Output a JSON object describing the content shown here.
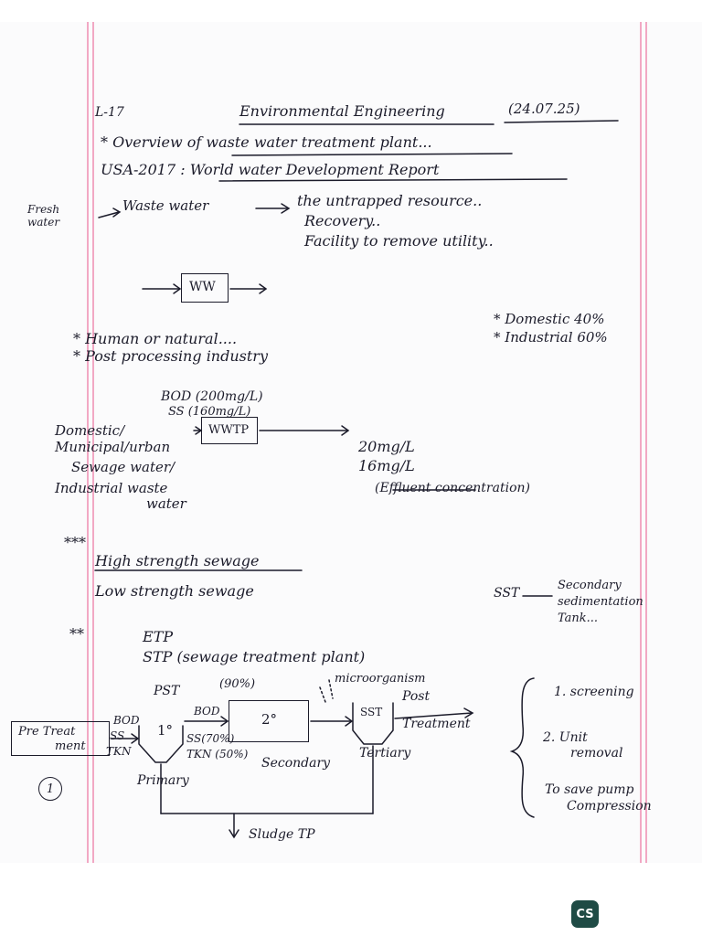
{
  "notes": {
    "lecture_no": "L-17",
    "title": "Environmental Engineering",
    "date": "(24.07.25)",
    "overview": "* Overview of waste water treatment plant...",
    "usa": "USA-2017 : World water Development Report",
    "fresh_water": "Fresh water",
    "waste_water": "Waste water",
    "resource_line": "the untrapped resource..",
    "recovery": "Recovery..",
    "facility": "Facility to remove utility..",
    "ww_box": "WW",
    "human_natural": "* Human or natural....",
    "post_processing": "* Post processing industry",
    "domestic_pct": "* Domestic 40%",
    "industrial_pct": "* Industrial 60%",
    "bod_in": "BOD (200mg/L)",
    "ss_in": "SS (160mg/L)",
    "sources": [
      "Domestic/",
      "Municipal/urban",
      "Sewage water/",
      "Industrial waste",
      "water"
    ],
    "wwtp_box": "WWTP",
    "out_bod": "20mg/L",
    "out_ss": "16mg/L",
    "effluent": "(Effluent concentration)",
    "stars3": "***",
    "high_strength": "High strength sewage",
    "low_strength": "Low strength sewage",
    "sst_label": "SST",
    "sst_def_1": "Secondary",
    "sst_def_2": "sedimentation",
    "sst_def_3": "Tank...",
    "stars2": "**",
    "etp": "ETP",
    "stp": "STP (sewage treatment plant)",
    "pst": "PST",
    "pct90": "(90%)",
    "microorganism": "microorganism",
    "pretreatment_1": "Pre Treat",
    "pretreatment_2": "ment",
    "left_params": [
      "BOD",
      "SS",
      "TKN"
    ],
    "box_primary": "1°",
    "mid_bod": "BOD",
    "mid_ss": "SS(70%)",
    "mid_tkn": "TKN (50%)",
    "box_secondary": "2°",
    "sst_box": "SST",
    "post": "Post",
    "treatment": "Treatment",
    "primary": "Primary",
    "secondary": "Secondary",
    "tertiary": "Tertiary",
    "sludge": "Sludge TP",
    "circle_num": "1",
    "list_1": "1. screening",
    "list_2a": "2. Unit",
    "list_2b": "removal",
    "list_3a": "To save pump",
    "list_3b": "Compression"
  },
  "badge": {
    "label": "CS",
    "color": "#1f4b45"
  }
}
